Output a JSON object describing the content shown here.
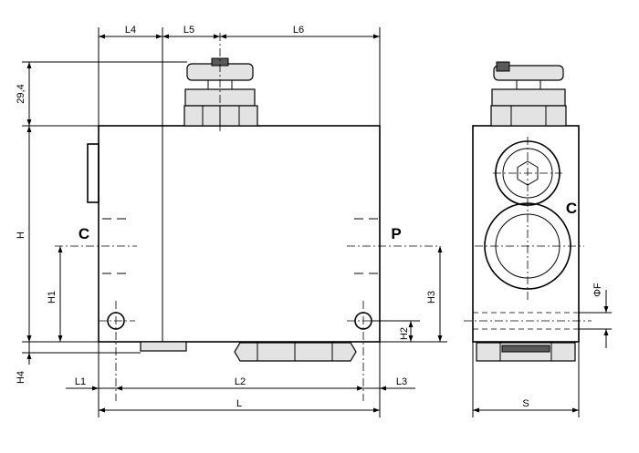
{
  "labels": {
    "L4": "L4",
    "L5": "L5",
    "L6": "L6",
    "dim_29_4": "29,4",
    "H": "H",
    "H1": "H1",
    "H2": "H2",
    "H3": "H3",
    "H4": "H4",
    "L1": "L1",
    "L2": "L2",
    "L3": "L3",
    "L": "L",
    "S": "S",
    "phiF": "ΦF",
    "port_C_front": "C",
    "port_P": "P",
    "port_C_side": "C"
  }
}
